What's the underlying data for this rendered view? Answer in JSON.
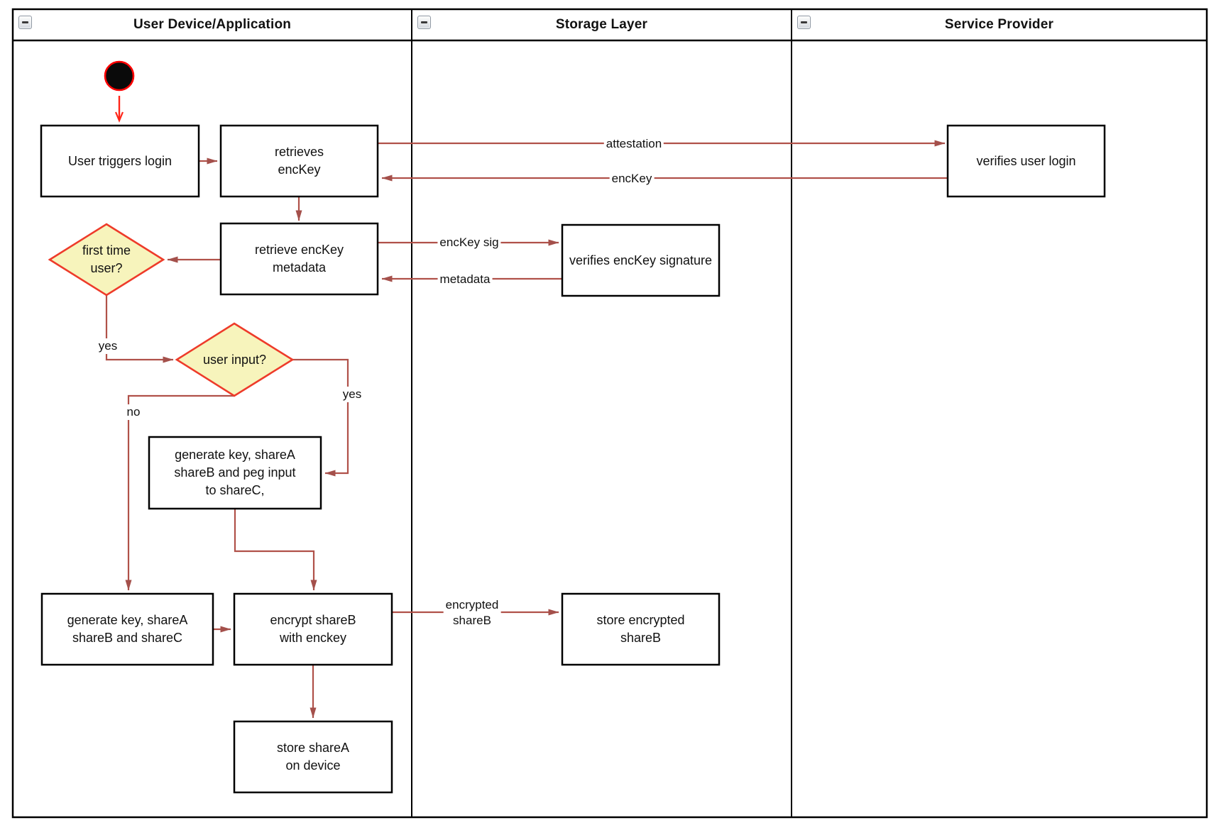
{
  "lanes": {
    "user_device": {
      "title": "User Device/Application"
    },
    "storage_layer": {
      "title": "Storage Layer"
    },
    "service_provider": {
      "title": "Service Provider"
    }
  },
  "icons": {
    "lane_collapse": "minus"
  },
  "nodes": {
    "start": {
      "type": "initial-node"
    },
    "user_triggers_login": {
      "label": "User triggers login"
    },
    "retrieves_enckey": {
      "label": "retrieves\nencKey"
    },
    "retrieve_enckey_metadata": {
      "label": "retrieve encKey\nmetadata"
    },
    "first_time_user": {
      "label": "first time\nuser?",
      "type": "decision"
    },
    "user_input": {
      "label": "user input?",
      "type": "decision"
    },
    "generate_key_peg": {
      "label": "generate key, shareA\nshareB and peg input\nto shareC,"
    },
    "generate_key_shares": {
      "label": "generate key, shareA\nshareB and shareC"
    },
    "encrypt_shareb": {
      "label": "encrypt shareB\nwith enckey"
    },
    "store_sharea": {
      "label": "store shareA\non device"
    },
    "verifies_enckey_signature": {
      "label": "verifies encKey signature"
    },
    "store_encrypted_shareb": {
      "label": "store encrypted\nshareB"
    },
    "verifies_user_login": {
      "label": "verifies user login"
    }
  },
  "edge_labels": {
    "attestation": "attestation",
    "enckey": "encKey",
    "enckey_sig": "encKey sig",
    "metadata": "metadata",
    "first_time_yes": "yes",
    "user_input_yes": "yes",
    "user_input_no": "no",
    "encrypted_shareb": "encrypted\nshareB"
  },
  "colors": {
    "flow_arrow": "#B05149",
    "start_accent": "#FF2619",
    "decision_fill": "#F7F4BC",
    "decision_border": "#EE3B2A",
    "node_fill": "#FFFFFF",
    "node_border": "#000000",
    "lane_border": "#000000"
  }
}
